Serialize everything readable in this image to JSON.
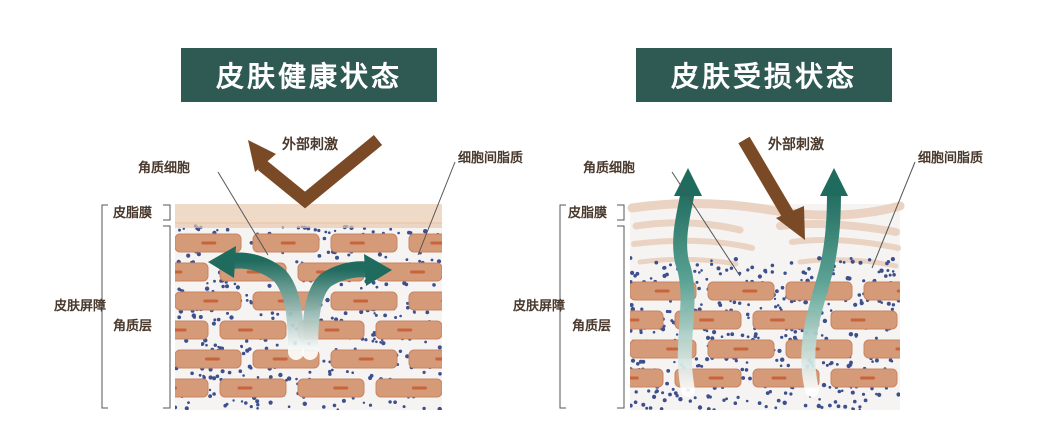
{
  "panels": {
    "healthy": {
      "title": "皮肤健康状态"
    },
    "damaged": {
      "title": "皮肤受损状态"
    }
  },
  "labels": {
    "external_stimulus": "外部刺激",
    "corneocyte": "角质细胞",
    "intercellular_lipid": "细胞间脂质",
    "sebum_film": "皮脂膜",
    "skin_barrier": "皮肤屏障",
    "stratum_corneum": "角质层"
  },
  "colors": {
    "banner": "#2f5a53",
    "arrow_teal": "#1f6b5e",
    "arrow_brown": "#7a4a26",
    "cell": "#d59a78",
    "cell_nucleus": "#c8643c",
    "lipid_dot": "#3d4f8c",
    "sebum": "#efd9c7"
  }
}
